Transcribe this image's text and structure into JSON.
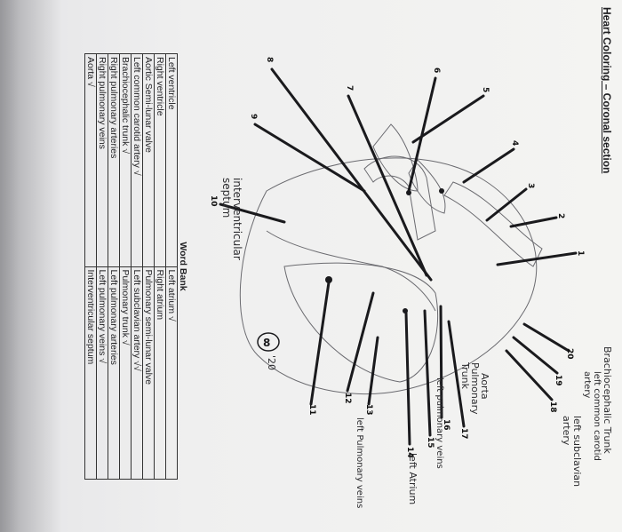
{
  "worksheet": {
    "title": "Heart Coloring – Coronal section",
    "word_bank_title": "Word Bank",
    "left_column": [
      {
        "term": "Left ventricle",
        "mark": ""
      },
      {
        "term": "Right ventricle",
        "mark": ""
      },
      {
        "term": "Aortic Semi-lunar valve",
        "mark": ""
      },
      {
        "term": "Left common carotid artery",
        "mark": "√"
      },
      {
        "term": "Brachiocephalic trunk",
        "mark": "√"
      },
      {
        "term": "Right pulmonary arteries",
        "mark": ""
      },
      {
        "term": "Right pulmonary veins",
        "mark": ""
      },
      {
        "term": "Aorta",
        "mark": "√"
      }
    ],
    "right_column": [
      {
        "term": "Left atrium",
        "mark": "√"
      },
      {
        "term": "Right atrium",
        "mark": ""
      },
      {
        "term": "Pulmonary semi-lunar valve",
        "mark": ""
      },
      {
        "term": "Left subclavian artery",
        "mark": "√√"
      },
      {
        "term": "Pulmonary trunk",
        "mark": "√"
      },
      {
        "term": "Left pulmonary arteries",
        "mark": ""
      },
      {
        "term": "Left pulmonary veins",
        "mark": "√"
      },
      {
        "term": "Interventricular septum",
        "mark": ""
      }
    ]
  },
  "handwritten": {
    "brachiocephalic": "Brachiocephalic Trunk",
    "left_common_carotid": "left common carotid artery",
    "left_subclavian": "left subclavian artery",
    "aorta": "Aorta",
    "pulmonary_trunk": "Pulmonary Trunk",
    "left_pulmonary_veins": "left pulmonary veins",
    "left_atrium": "left Atrium",
    "left_pulmonary_veins_2": "left Pulmonary veins",
    "interventricular": "interventricular septum",
    "score": "'20"
  },
  "numbers": {
    "n1": "1",
    "n2": "2",
    "n3": "3",
    "n4": "4",
    "n5": "5",
    "n6": "6",
    "n7": "7",
    "n8": "8",
    "n9": "9",
    "n10": "10",
    "n11": "11",
    "n12": "12",
    "n13": "13",
    "n14": "14",
    "n15": "15",
    "n16": "16",
    "n17": "17",
    "n18": "18",
    "n19": "19",
    "n20": "20"
  }
}
